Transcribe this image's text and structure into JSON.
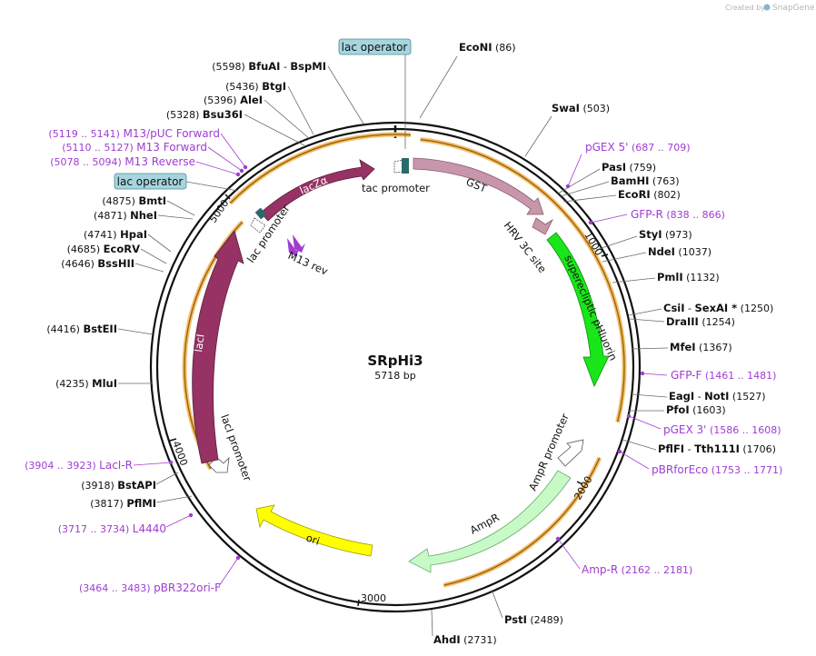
{
  "plasmid": {
    "name": "SRpHi3",
    "length_label": "5718 bp",
    "length": 5718
  },
  "credit": {
    "text": "Created by",
    "brand": "SnapGene"
  },
  "ticks": [
    "1000",
    "2000",
    "3000",
    "4000",
    "5000"
  ],
  "enzymes": [
    {
      "name": "EcoNI",
      "pos": "(86)"
    },
    {
      "name": "SwaI",
      "pos": "(503)"
    },
    {
      "name": "PasI",
      "pos": "(759)"
    },
    {
      "name": "BamHI",
      "pos": "(763)"
    },
    {
      "name": "EcoRI",
      "pos": "(802)"
    },
    {
      "name": "StyI",
      "pos": "(973)"
    },
    {
      "name": "NdeI",
      "pos": "(1037)"
    },
    {
      "name": "PmlI",
      "pos": "(1132)"
    },
    {
      "name": "CsiI",
      "name2": "SexAI *",
      "pos": "(1250)"
    },
    {
      "name": "DraIII",
      "pos": "(1254)"
    },
    {
      "name": "MfeI",
      "pos": "(1367)"
    },
    {
      "name": "EagI",
      "name2": "NotI",
      "pos": "(1527)"
    },
    {
      "name": "PfoI",
      "pos": "(1603)"
    },
    {
      "name": "PflFI",
      "name2": "Tth111I",
      "pos": "(1706)"
    },
    {
      "name": "PstI",
      "pos": "(2489)"
    },
    {
      "name": "AhdI",
      "pos": "(2731)"
    },
    {
      "name": "PflMI",
      "pos": "(3817)"
    },
    {
      "name": "BstAPI",
      "pos": "(3918)"
    },
    {
      "name": "MluI",
      "pos": "(4235)"
    },
    {
      "name": "BstEII",
      "pos": "(4416)"
    },
    {
      "name": "BssHII",
      "pos": "(4646)"
    },
    {
      "name": "EcoRV",
      "pos": "(4685)"
    },
    {
      "name": "HpaI",
      "pos": "(4741)"
    },
    {
      "name": "NheI",
      "pos": "(4871)"
    },
    {
      "name": "BmtI",
      "pos": "(4875)"
    },
    {
      "name": "Bsu36I",
      "pos": "(5328)"
    },
    {
      "name": "AleI",
      "pos": "(5396)"
    },
    {
      "name": "BtgI",
      "pos": "(5436)"
    },
    {
      "name": "BfuAI",
      "name2": "BspMI",
      "pos": "(5598)"
    }
  ],
  "primers": [
    {
      "name": "pGEX 5'",
      "range": "(687 .. 709)"
    },
    {
      "name": "GFP-R",
      "range": "(838 .. 866)"
    },
    {
      "name": "GFP-F",
      "range": "(1461 .. 1481)"
    },
    {
      "name": "pGEX 3'",
      "range": "(1586 .. 1608)"
    },
    {
      "name": "pBRforEco",
      "range": "(1753 .. 1771)"
    },
    {
      "name": "Amp-R",
      "range": "(2162 .. 2181)"
    },
    {
      "name": "pBR322ori-F",
      "range": "(3464 .. 3483)"
    },
    {
      "name": "L4440",
      "range": "(3717 .. 3734)"
    },
    {
      "name": "LacI-R",
      "range": "(3904 .. 3923)"
    },
    {
      "name": "M13 Reverse",
      "range": "(5078 .. 5094)"
    },
    {
      "name": "M13 Forward",
      "range": "(5110 .. 5127)"
    },
    {
      "name": "M13/pUC Forward",
      "range": "(5119 .. 5141)"
    }
  ],
  "operators": [
    "lac operator",
    "lac operator"
  ],
  "features": {
    "lacZa": "lacZα",
    "tac_promoter": "tac promoter",
    "gst": "GST",
    "hrv": "HRV 3C site",
    "sfgfp": "superecliptic pHluorin",
    "ampr_promoter": "AmpR promoter",
    "ampr": "AmpR",
    "ori": "ori",
    "laci_promoter": "lacI promoter",
    "laci": "lacI",
    "lac_promoter": "lac promoter",
    "m13rev": "M13 rev"
  },
  "colors": {
    "backbone": "#111111",
    "primer": "#a03cd2",
    "lacZa": "#963264",
    "laci": "#963264",
    "gst": "#c896aa",
    "sfgfp": "#19e619",
    "ampr": "#c8fac8",
    "ori": "#ffff00",
    "operator": "#a6d5de",
    "orf": "#f0a000"
  }
}
